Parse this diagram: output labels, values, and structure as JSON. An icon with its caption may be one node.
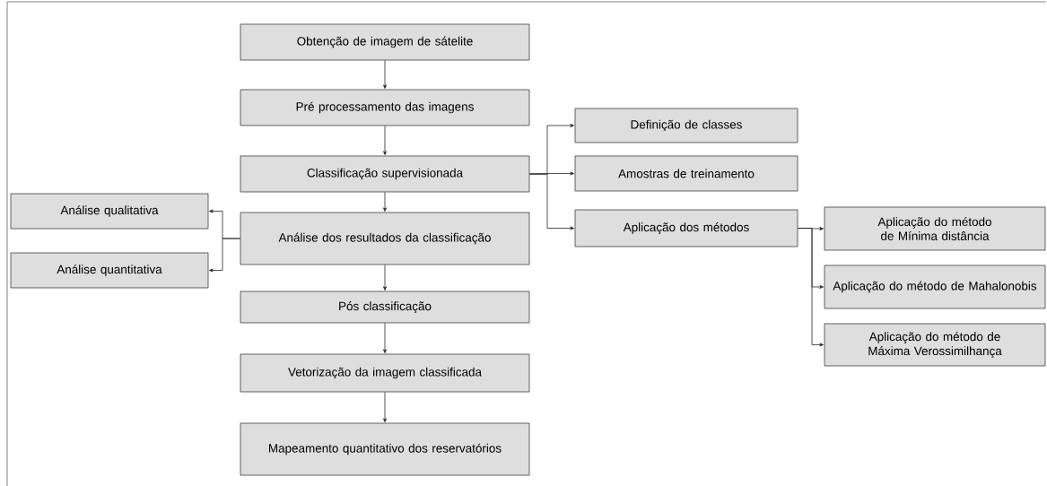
{
  "diagram": {
    "nodes": [
      {
        "text": [
          "Obtenção de imagem de sátelite"
        ]
      },
      {
        "text": [
          "Pré processamento das imagens"
        ]
      },
      {
        "text": [
          "Classificação supervisionada"
        ]
      },
      {
        "text": [
          "Análise dos resultados da classificação"
        ]
      },
      {
        "text": [
          "Análise qualitativa"
        ]
      },
      {
        "text": [
          "Análise quantitativa"
        ]
      },
      {
        "text": [
          "Pós classificação"
        ]
      },
      {
        "text": [
          "Vetorização da imagem classificada"
        ]
      },
      {
        "text": [
          "Mapeamento quantitativo dos reservatórios"
        ]
      },
      {
        "text": [
          "Definição de classes"
        ]
      },
      {
        "text": [
          "Amostras de treinamento"
        ]
      },
      {
        "text": [
          "Aplicação dos métodos"
        ]
      },
      {
        "text": [
          "Aplicação do método de Mínima distância"
        ]
      },
      {
        "text": [
          "Aplicação do método de Mahalonobis"
        ]
      },
      {
        "text": [
          "Aplicação do método de Máxima Verossimilhança"
        ]
      }
    ],
    "edges": [
      {
        "from": 0,
        "to": 1,
        "arrow": "to"
      },
      {
        "from": 1,
        "to": 2,
        "arrow": "to"
      },
      {
        "from": 2,
        "to": 3,
        "arrow": "to"
      },
      {
        "from": 3,
        "to": 4,
        "arrow": "to"
      },
      {
        "from": 3,
        "to": 5,
        "arrow": "to"
      },
      {
        "from": 3,
        "to": 6,
        "arrow": "to"
      },
      {
        "from": 6,
        "to": 7,
        "arrow": "to"
      },
      {
        "from": 7,
        "to": 8,
        "arrow": "to"
      },
      {
        "from": 2,
        "to": 9,
        "arrow": "to"
      },
      {
        "from": 2,
        "to": 10,
        "arrow": "to"
      },
      {
        "from": 2,
        "to": 11,
        "arrow": "to"
      },
      {
        "from": 11,
        "to": 12,
        "arrow": "to"
      },
      {
        "from": 11,
        "to": 13,
        "arrow": "to"
      },
      {
        "from": 11,
        "to": 14,
        "arrow": "to"
      }
    ]
  }
}
